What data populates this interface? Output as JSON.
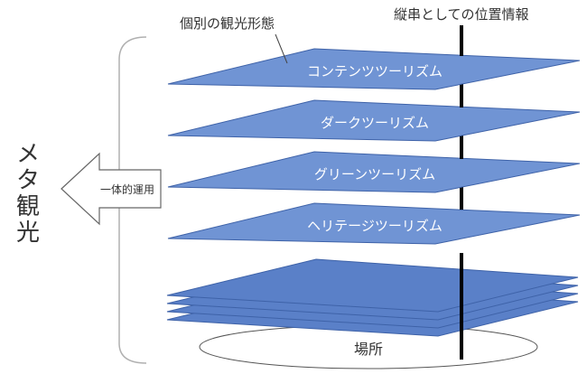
{
  "top_left_label": "個別の観光形態",
  "vertical_axis_label": "縦串としての位置情報",
  "meta_label": [
    "メ",
    "タ",
    "観",
    "光"
  ],
  "arrow_label": "一体的運用",
  "layers": [
    {
      "label": "コンテンツツーリズム"
    },
    {
      "label": "ダークツーリズム"
    },
    {
      "label": "グリーンツーリズム"
    },
    {
      "label": "ヘリテージツーリズム"
    }
  ],
  "place_label": "場所",
  "colors": {
    "layer_fill": "#7094d4",
    "layer_stroke": "#3e62a8",
    "stack_fill": "#5a80c8",
    "axis": "#000000",
    "bracket": "#b0b0b0",
    "text_dark": "#333333",
    "text_light": "#ffffff"
  }
}
